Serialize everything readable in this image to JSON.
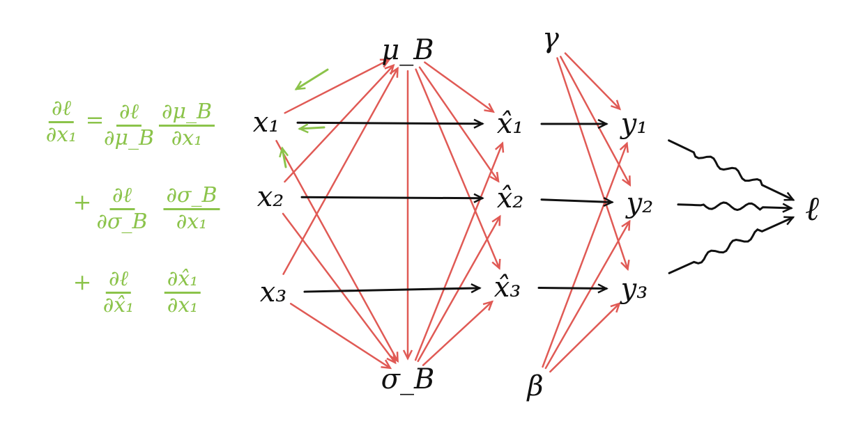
{
  "colors": {
    "forward": "#111111",
    "backward": "#e05a55",
    "gradient": "#8bc34a"
  },
  "nodes": {
    "x1": "x₁",
    "x2": "x₂",
    "x3": "x₃",
    "mu": "μ_B",
    "sigma": "σ_B",
    "xh1": "x̂₁",
    "xh2": "x̂₂",
    "xh3": "x̂₃",
    "gamma": "γ",
    "beta": "β",
    "y1": "y₁",
    "y2": "y₂",
    "y3": "y₃",
    "loss": "ℓ"
  },
  "formula": {
    "lhs": {
      "num": "∂ℓ",
      "den": "∂x₁"
    },
    "eq": "=",
    "plus": "+",
    "terms": [
      [
        {
          "num": "∂ℓ",
          "den": "∂μ_B"
        },
        {
          "num": "∂μ_B",
          "den": "∂x₁"
        }
      ],
      [
        {
          "num": "∂ℓ",
          "den": "∂σ_B"
        },
        {
          "num": "∂σ_B",
          "den": "∂x₁"
        }
      ],
      [
        {
          "num": "∂ℓ",
          "den": "∂x̂₁"
        },
        {
          "num": "∂x̂₁",
          "den": "∂x₁"
        }
      ]
    ]
  },
  "edges": {
    "forward": [
      [
        "x1",
        "xh1"
      ],
      [
        "x2",
        "xh2"
      ],
      [
        "x3",
        "xh3"
      ],
      [
        "xh1",
        "y1"
      ],
      [
        "xh2",
        "y2"
      ],
      [
        "xh3",
        "y3"
      ]
    ],
    "wavy": [
      [
        "y1",
        "loss"
      ],
      [
        "y2",
        "loss"
      ],
      [
        "y3",
        "loss"
      ]
    ],
    "backward": [
      [
        "x1",
        "mu"
      ],
      [
        "x2",
        "mu"
      ],
      [
        "x3",
        "mu"
      ],
      [
        "x1",
        "sigma"
      ],
      [
        "x2",
        "sigma"
      ],
      [
        "x3",
        "sigma"
      ],
      [
        "mu",
        "xh1"
      ],
      [
        "mu",
        "xh2"
      ],
      [
        "mu",
        "xh3"
      ],
      [
        "sigma",
        "xh1"
      ],
      [
        "sigma",
        "xh2"
      ],
      [
        "sigma",
        "xh3"
      ],
      [
        "mu",
        "sigma"
      ],
      [
        "gamma",
        "y1"
      ],
      [
        "gamma",
        "y2"
      ],
      [
        "gamma",
        "y3"
      ],
      [
        "beta",
        "y1"
      ],
      [
        "beta",
        "y2"
      ],
      [
        "beta",
        "y3"
      ]
    ]
  }
}
